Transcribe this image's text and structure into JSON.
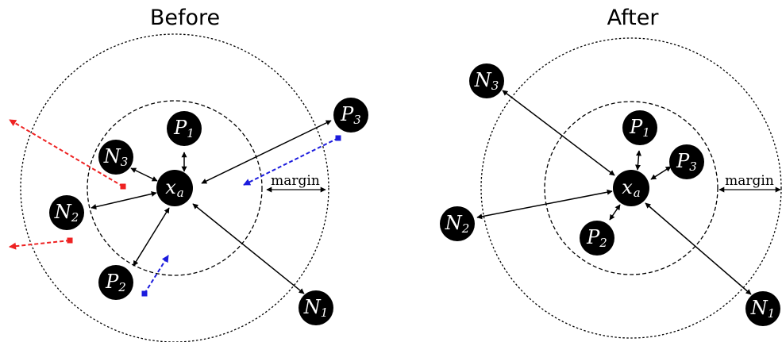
{
  "panels": {
    "before": {
      "title": "Before",
      "margin_label": "margin",
      "nodes": {
        "anchor": {
          "main": "x",
          "sub": "a"
        },
        "p1": {
          "main": "P",
          "sub": "1"
        },
        "p2": {
          "main": "P",
          "sub": "2"
        },
        "p3": {
          "main": "P",
          "sub": "3"
        },
        "n1": {
          "main": "N",
          "sub": "1"
        },
        "n2": {
          "main": "N",
          "sub": "2"
        },
        "n3": {
          "main": "N",
          "sub": "3"
        }
      }
    },
    "after": {
      "title": "After",
      "margin_label": "margin",
      "nodes": {
        "anchor": {
          "main": "x",
          "sub": "a"
        },
        "p1": {
          "main": "P",
          "sub": "1"
        },
        "p2": {
          "main": "P",
          "sub": "2"
        },
        "p3": {
          "main": "P",
          "sub": "3"
        },
        "n1": {
          "main": "N",
          "sub": "1"
        },
        "n2": {
          "main": "N",
          "sub": "2"
        },
        "n3": {
          "main": "N",
          "sub": "3"
        }
      }
    }
  },
  "colors": {
    "node_fill": "#000000",
    "node_text": "#ffffff",
    "push_arrow": "#ee2222",
    "pull_arrow": "#1c1cdd",
    "line": "#000000"
  }
}
